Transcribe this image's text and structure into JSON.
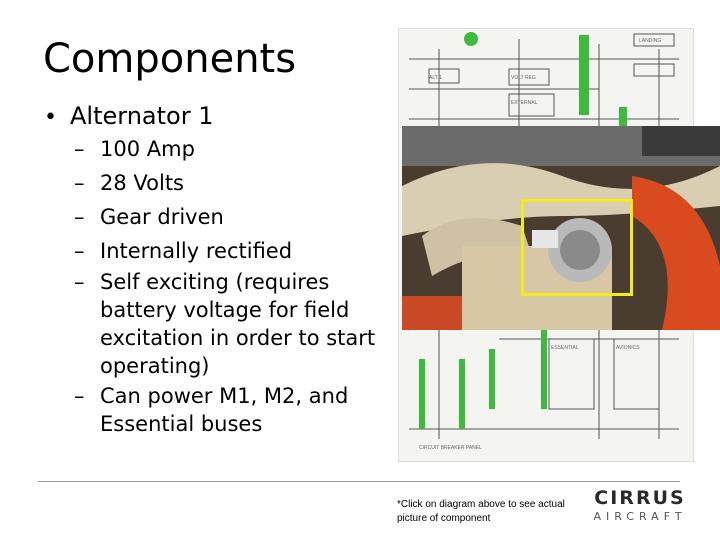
{
  "slide": {
    "title": "Components",
    "bullet": {
      "marker": "•",
      "text": "Alternator 1"
    },
    "dash": "–",
    "subitems": [
      "100 Amp",
      "28 Volts",
      "Gear driven",
      "Internally rectified",
      "Self exciting (requires battery voltage for field excitation in order to start operating)",
      "Can power M1, M2, and Essential buses"
    ]
  },
  "footnote": "*Click on diagram above to see actual picture of component",
  "logo": {
    "brand": "CIRRUS",
    "sub": "AIRCRAFT"
  },
  "colors": {
    "highlight": "#f4ec1a",
    "bus_green": "#3dbb3d"
  }
}
